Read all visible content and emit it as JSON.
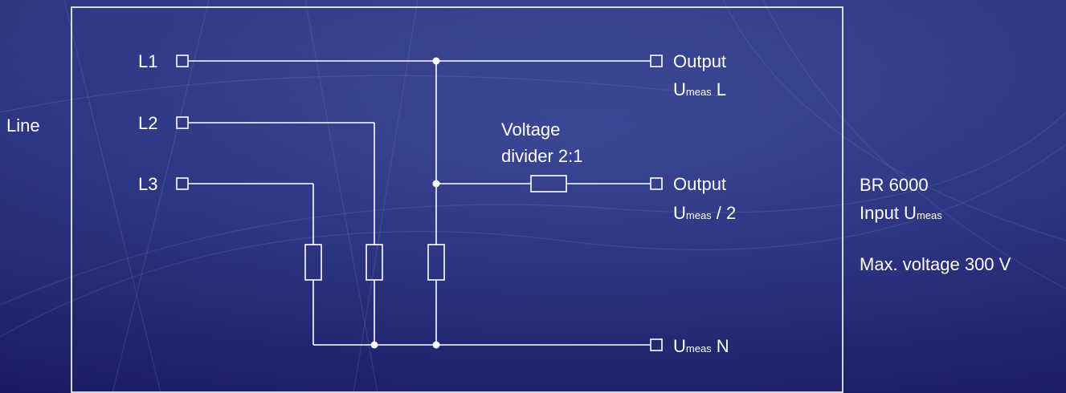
{
  "colors": {
    "background": "#2a2f7a",
    "line": "#ffffff"
  },
  "left_label": "Line",
  "inputs": [
    {
      "label": "L1"
    },
    {
      "label": "L2"
    },
    {
      "label": "L3"
    }
  ],
  "outputs": {
    "l": {
      "line1": "Output",
      "u": "U",
      "sub": "meas",
      "suffix": " L"
    },
    "half": {
      "line1": "Output",
      "u": "U",
      "sub": "meas",
      "suffix": " / 2"
    },
    "n": {
      "u": "U",
      "sub": "meas",
      "suffix": " N"
    }
  },
  "divider": {
    "line1": "Voltage",
    "line2": "divider 2:1"
  },
  "right_info": {
    "device": "BR 6000",
    "input_prefix": "Input U",
    "input_sub": "meas",
    "max_voltage": "Max. voltage 300 V"
  }
}
